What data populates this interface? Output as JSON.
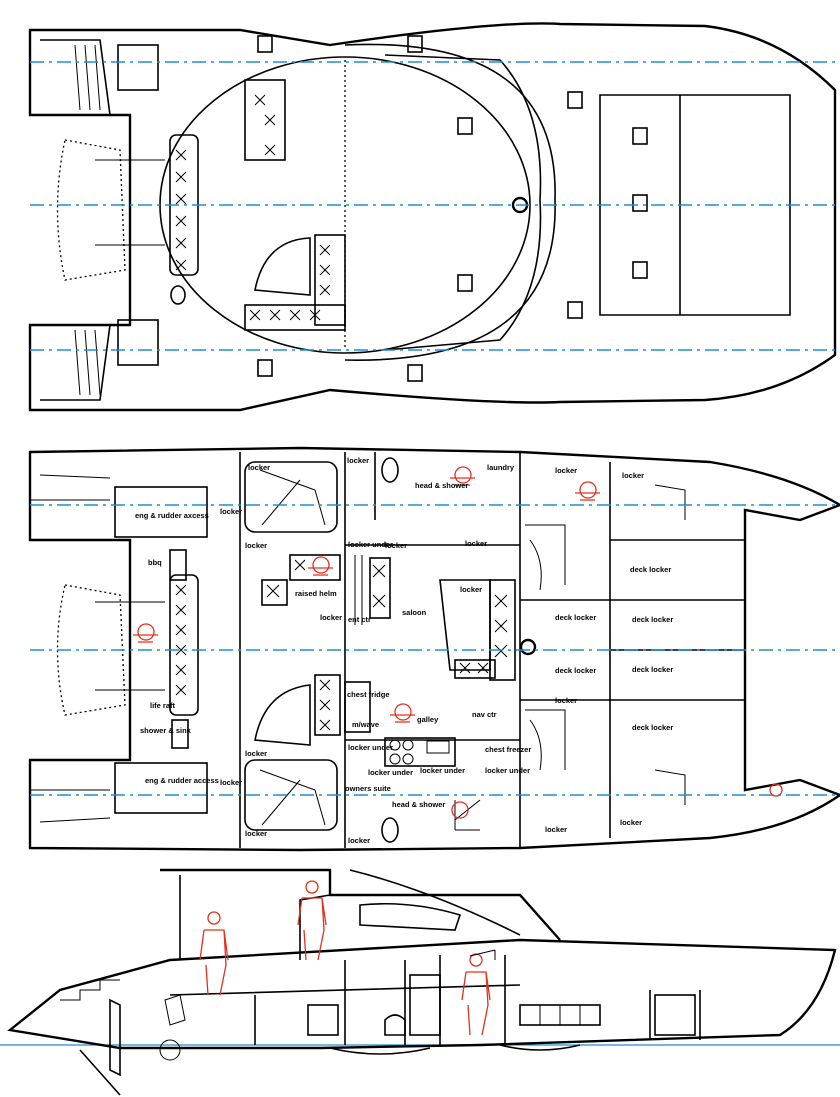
{
  "colors": {
    "centerline": "#1e8fcf",
    "figures": "#e0301e",
    "lines": "#000000",
    "background": "#ffffff"
  },
  "accommodation_labels": {
    "locker": "locker",
    "locker_under": "locker under",
    "laundry": "laundry",
    "head_shower": "head & shower",
    "eng_rudder": "eng & rudder axcess",
    "eng_rudder_2": "eng & rudder access",
    "bbq": "bbq",
    "raised_helm": "raised helm",
    "ent_ctr": "ent ctr",
    "saloon": "saloon",
    "deck_locker": "deck locker",
    "life_raft": "life raft",
    "shower_sink": "shower & sink",
    "chest_fridge": "chest fridge",
    "mwave": "m/wave",
    "galley": "galley",
    "nav_ctr": "nav ctr",
    "chest_freezer": "chest freezer",
    "owners_suite": "owners suite"
  }
}
